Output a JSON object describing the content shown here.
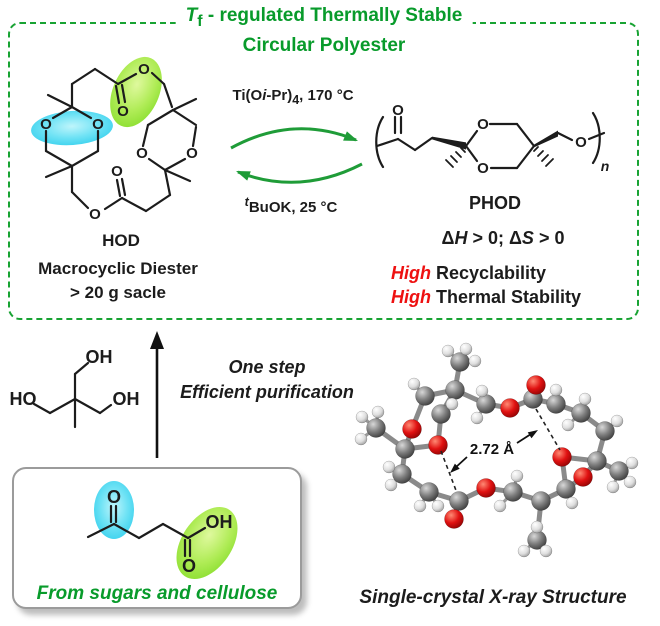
{
  "title": {
    "t": "T",
    "f": "f",
    "line1_rest": " - regulated Thermally Stable",
    "line2": "Circular Polyester"
  },
  "equilibrium": {
    "forward": {
      "a": "Ti(O",
      "b": "i",
      "c": "-Pr)",
      "d": "4",
      "e": ", 170 °C"
    },
    "reverse": {
      "a": "t",
      "b": "BuOK, 25 °C"
    }
  },
  "hod": {
    "name": "HOD",
    "line1": "Macrocyclic Diester",
    "line2": "> 20 g sacle"
  },
  "phod": {
    "name": "PHOD",
    "thermo": {
      "a": "Δ",
      "b": "H",
      "c": " > 0; ",
      "d": "Δ",
      "e": "S",
      "f": " > 0"
    },
    "high1": {
      "em": "High",
      "rest": " Recyclability"
    },
    "high2": {
      "em": "High",
      "rest": " Thermal Stability"
    }
  },
  "route": {
    "line1": "One step",
    "line2": "Efficient purification"
  },
  "feedstock": {
    "caption": "From sugars and cellulose"
  },
  "xray": {
    "distance": "2.72 Å",
    "caption": "Single-crystal X-ray Structure"
  },
  "atom_labels": {
    "o": "O",
    "oh": "OH",
    "ho": "HO",
    "n": "n"
  },
  "colors": {
    "accent_green": "#089b2b",
    "arrow_green": "#1f9c38",
    "highlight_red": "#ee1111",
    "cyan_highlight": "#3fd6f0",
    "green_highlight": "#8ce32a",
    "structure_black": "#1c1c1c",
    "oxygen_red": "#dd1111",
    "carbon_gray": "#7a7a7a"
  }
}
